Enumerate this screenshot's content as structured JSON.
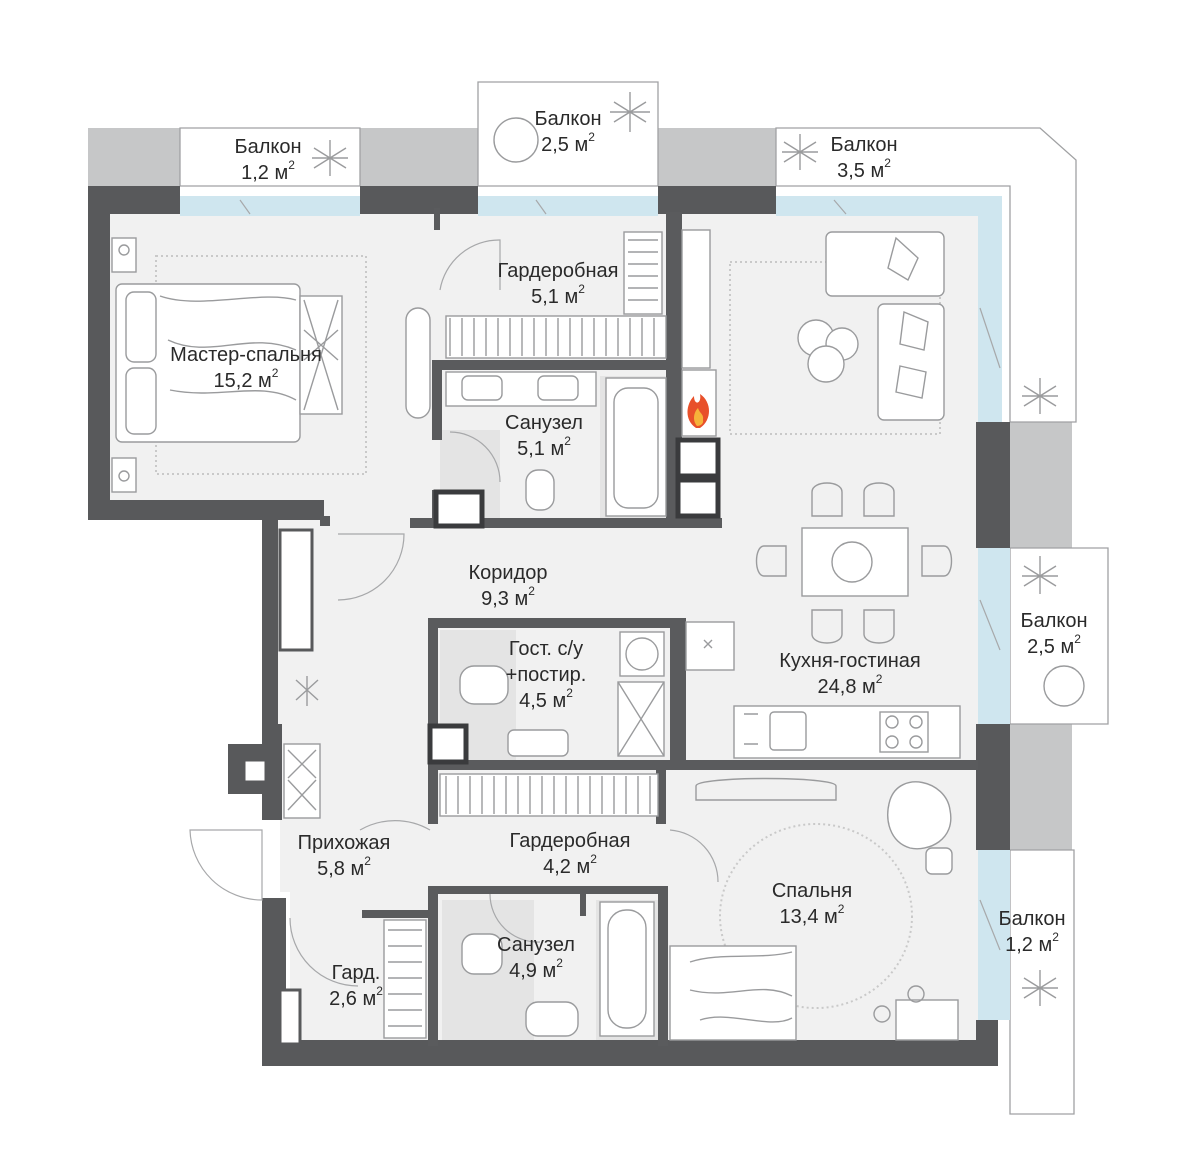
{
  "rooms": [
    {
      "id": "balcony-1",
      "name": "Балкон",
      "area": "1,2 м",
      "sup": "2"
    },
    {
      "id": "balcony-2",
      "name": "Балкон",
      "area": "2,5 м",
      "sup": "2"
    },
    {
      "id": "balcony-3",
      "name": "Балкон",
      "area": "3,5 м",
      "sup": "2"
    },
    {
      "id": "wardrobe-1",
      "name": "Гардеробная",
      "area": "5,1 м",
      "sup": "2"
    },
    {
      "id": "master-bedroom",
      "name": "Мастер-спальня",
      "area": "15,2 м",
      "sup": "2"
    },
    {
      "id": "bathroom-1",
      "name": "Санузел",
      "area": "5,1 м",
      "sup": "2"
    },
    {
      "id": "corridor",
      "name": "Коридор",
      "area": "9,3 м",
      "sup": "2"
    },
    {
      "id": "guest-wc",
      "name": "Гост. с/у\n+постир.",
      "area": "4,5 м",
      "sup": "2"
    },
    {
      "id": "kitchen-living",
      "name": "Кухня-гостиная",
      "area": "24,8 м",
      "sup": "2"
    },
    {
      "id": "balcony-4",
      "name": "Балкон",
      "area": "2,5 м",
      "sup": "2"
    },
    {
      "id": "hallway",
      "name": "Прихожая",
      "area": "5,8 м",
      "sup": "2"
    },
    {
      "id": "wardrobe-2",
      "name": "Гардеробная",
      "area": "4,2 м",
      "sup": "2"
    },
    {
      "id": "bedroom",
      "name": "Спальня",
      "area": "13,4 м",
      "sup": "2"
    },
    {
      "id": "balcony-5",
      "name": "Балкон",
      "area": "1,2 м",
      "sup": "2"
    },
    {
      "id": "bathroom-2",
      "name": "Санузел",
      "area": "4,9 м",
      "sup": "2"
    },
    {
      "id": "closet",
      "name": "Гард.",
      "area": "2,6 м",
      "sup": "2"
    }
  ],
  "colors": {
    "wall": "#58595b",
    "floor": "#f1f1f1",
    "glass": "#cfe6ef",
    "fireplace_flame": "#e8502a"
  },
  "icons": [
    "fireplace-icon",
    "plant-icon",
    "bed-icon",
    "sofa-icon",
    "dining-table-icon",
    "bathtub-icon",
    "toilet-icon",
    "sink-icon",
    "washing-machine-icon",
    "stove-icon",
    "armchair-icon"
  ]
}
